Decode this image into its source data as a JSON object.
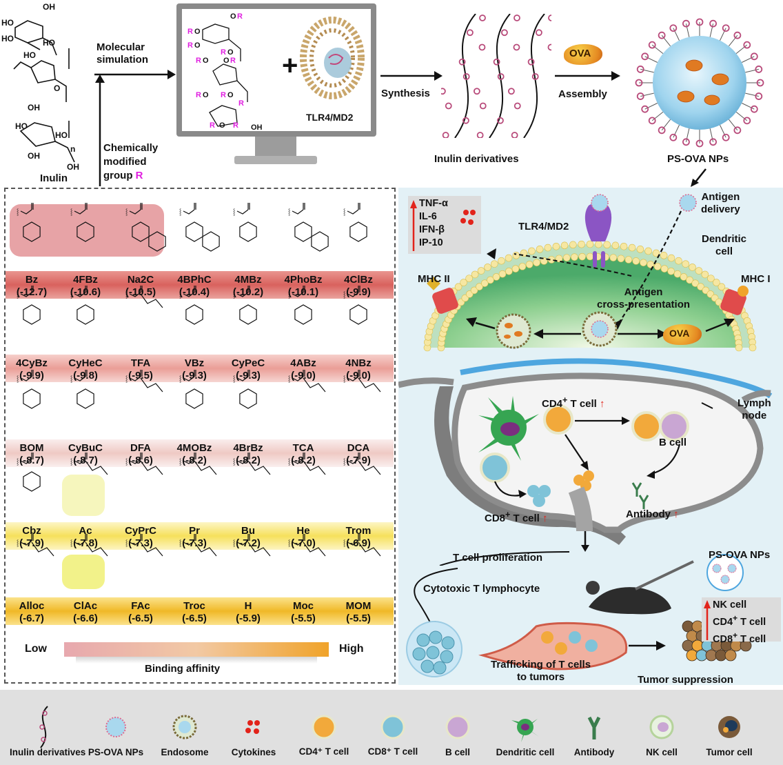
{
  "top": {
    "inulin_label": "Inulin",
    "n_label": "n",
    "molecular_simulation": "Molecular\nsimulation",
    "chemically_modified": "Chemically\nmodified\ngroup",
    "r_label": "R",
    "tlr4_label": "TLR4/MD2",
    "synthesis": "Synthesis",
    "inulin_derivatives": "Inulin derivatives",
    "ova": "OVA",
    "assembly": "Assembly",
    "ps_ova_nps": "PS-OVA NPs"
  },
  "affinity_table": {
    "rows": [
      {
        "color": "#e58a86",
        "items": [
          [
            "Bz",
            "(-12.7)"
          ],
          [
            "4FBz",
            "(-10.6)"
          ],
          [
            "Na2C",
            "(-10.5)"
          ],
          [
            "4BPhC",
            "(-10.4)"
          ],
          [
            "4MBz",
            "(-10.2)"
          ],
          [
            "4PhoBz",
            "(-10.1)"
          ],
          [
            "4ClBz",
            "(-9.9)"
          ]
        ]
      },
      {
        "color": "#eeaba6",
        "items": [
          [
            "4CyBz",
            "(-9.9)"
          ],
          [
            "CyHeC",
            "(-9.8)"
          ],
          [
            "TFA",
            "(-9.5)"
          ],
          [
            "VBz",
            "(-9.3)"
          ],
          [
            "CyPeC",
            "(-9.3)"
          ],
          [
            "4ABz",
            "(-9.0)"
          ],
          [
            "4NBz",
            "(-9.0)"
          ]
        ]
      },
      {
        "color": "#f4d3cf",
        "items": [
          [
            "BOM",
            "(-8.7)"
          ],
          [
            "CyBuC",
            "(-8.7)"
          ],
          [
            "DFA",
            "(-8.6)"
          ],
          [
            "4MOBz",
            "(-8.2)"
          ],
          [
            "4BrBz",
            "(-8.2)"
          ],
          [
            "TCA",
            "(-8.2)"
          ],
          [
            "DCA",
            "(-7.9)"
          ]
        ]
      },
      {
        "color": "#f7e97e",
        "items": [
          [
            "Cbz",
            "(-7.9)"
          ],
          [
            "Ac",
            "(-7.8)"
          ],
          [
            "CyPrC",
            "(-7.3)"
          ],
          [
            "Pr",
            "(-7.3)"
          ],
          [
            "Bu",
            "(-7.2)"
          ],
          [
            "He",
            "(-7.0)"
          ],
          [
            "Trom",
            "(-6.9)"
          ]
        ]
      },
      {
        "color": "#f3c84a",
        "items": [
          [
            "Alloc",
            "(-6.7)"
          ],
          [
            "ClAc",
            "(-6.6)"
          ],
          [
            "FAc",
            "(-6.5)"
          ],
          [
            "Troc",
            "(-6.5)"
          ],
          [
            "H",
            "(-5.9)"
          ],
          [
            "Moc",
            "(-5.5)"
          ],
          [
            "MOM",
            "(-5.5)"
          ]
        ]
      }
    ],
    "low": "Low",
    "high": "High",
    "binding_affinity": "Binding affinity"
  },
  "immune": {
    "cytokines": [
      "TNF-α",
      "IL-6",
      "IFN-β",
      "IP-10"
    ],
    "tlr4": "TLR4/MD2",
    "antigen_delivery": "Antigen\ndelivery",
    "dendritic_cell": "Dendritic\ncell",
    "mhc2": "MHC II",
    "mhc1": "MHC I",
    "cross_presentation": "Antigen\ncross-presentation",
    "ova": "OVA",
    "cd4": "CD4",
    "cd8": "CD8",
    "t_cell": "T cell",
    "lymph_node": "Lymph\nnode",
    "b_cell": "B cell",
    "antibody": "Antibody",
    "t_prolif": "T cell proliferation",
    "ctl": "Cytotoxic T lymphocyte",
    "ps_ova": "PS-OVA NPs",
    "effectors": [
      "NK cell",
      "CD4",
      "CD8"
    ],
    "trafficking": "Trafficking of T cells\nto tumors",
    "tumor_supp": "Tumor suppression"
  },
  "legend": [
    "Inulin derivatives",
    "PS-OVA NPs",
    "Endosome",
    "Cytokines",
    "CD4⁺ T cell",
    "CD8⁺ T cell",
    "B cell",
    "Dendritic cell",
    "Antibody",
    "NK cell",
    "Tumor cell"
  ],
  "colors": {
    "cd4": "#f2a93b",
    "cd8": "#7fc3d8",
    "bcell": "#c9a6d3",
    "dc": "#3dae5a",
    "nanoparticle": "#a9d8ee",
    "red": "#e2231a",
    "magenta": "#e01ee0",
    "panel_bg": "#e6f3f7"
  }
}
